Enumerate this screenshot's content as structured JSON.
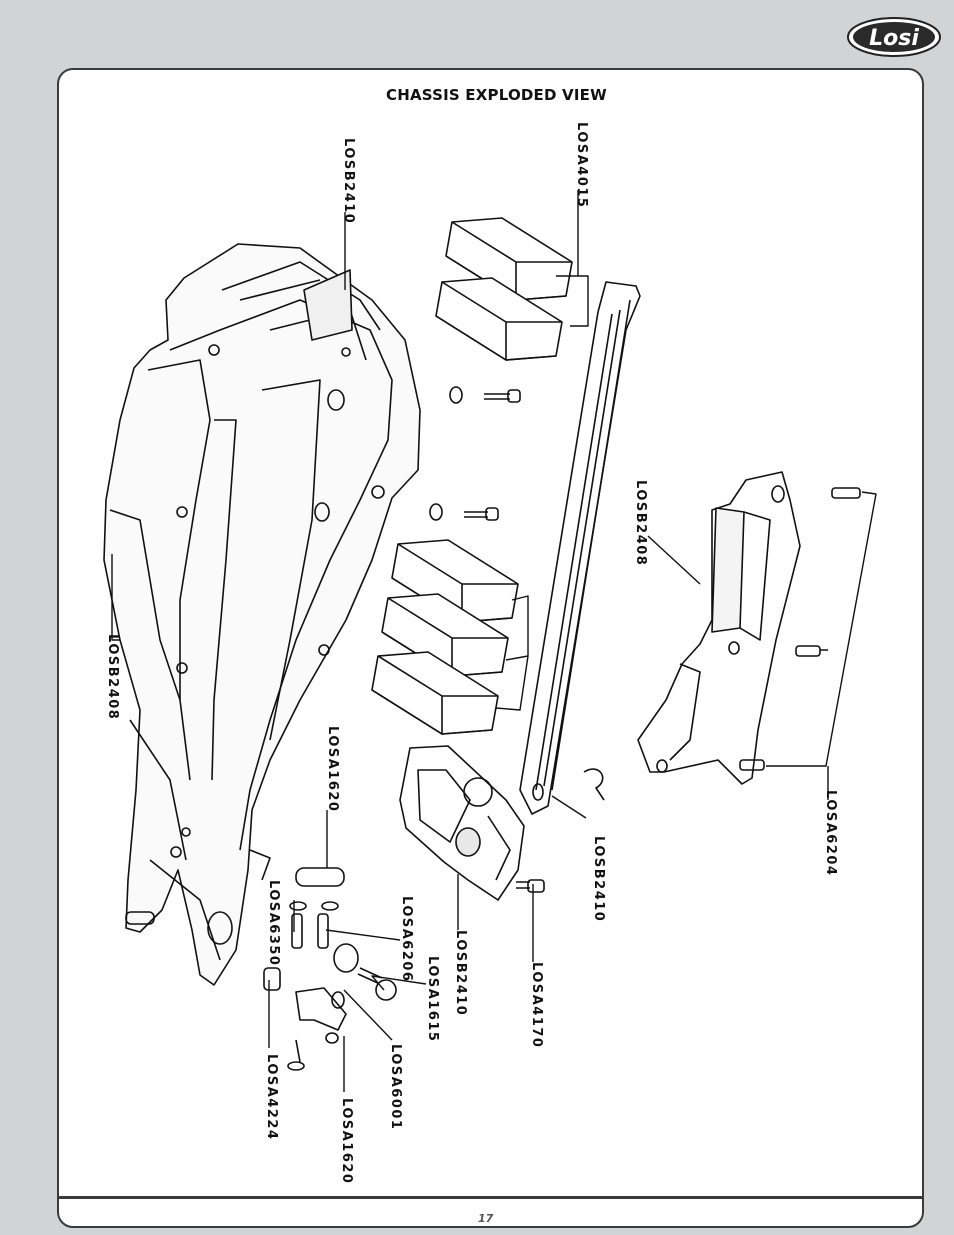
{
  "brand": {
    "logo_text": "LOSI"
  },
  "title": "CHASSIS EXPLODED VIEW",
  "page_number": "17",
  "callouts": [
    {
      "id": "losb2410-top",
      "text": "LOSB2410"
    },
    {
      "id": "losa4015",
      "text": "LOSA4015"
    },
    {
      "id": "losb2408-right",
      "text": "LOSB2408"
    },
    {
      "id": "losb2408-left",
      "text": "LOSB2408"
    },
    {
      "id": "losa1620-top",
      "text": "LOSA1620"
    },
    {
      "id": "losa6350",
      "text": "LOSA6350"
    },
    {
      "id": "losa6206",
      "text": "LOSA6206"
    },
    {
      "id": "losa1615",
      "text": "LOSA1615"
    },
    {
      "id": "losb2410-mid",
      "text": "LOSB2410"
    },
    {
      "id": "losb2410-right",
      "text": "LOSB2410"
    },
    {
      "id": "losa4170",
      "text": "LOSA4170"
    },
    {
      "id": "losa6204",
      "text": "LOSA6204"
    },
    {
      "id": "losa4224",
      "text": "LOSA4224"
    },
    {
      "id": "losa6001",
      "text": "LOSA6001"
    },
    {
      "id": "losa1620-bottom",
      "text": "LOSA1620"
    }
  ]
}
